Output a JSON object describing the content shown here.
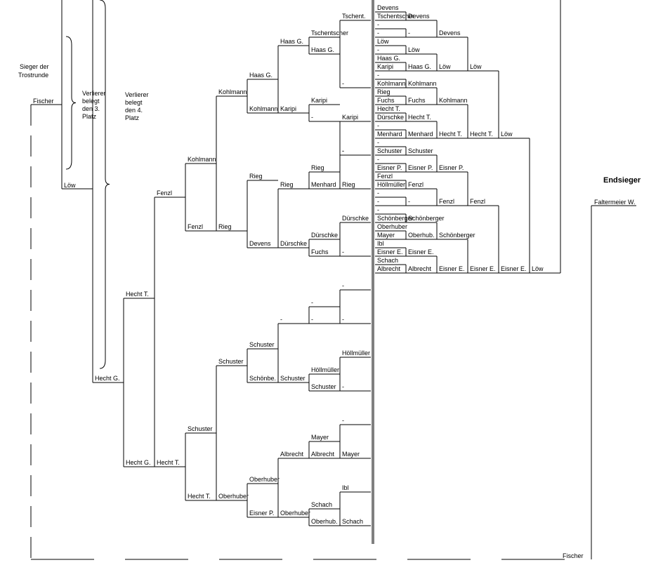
{
  "header": {
    "trost_title": [
      "Sieger der",
      "Trostrunde"
    ],
    "third_place_note": [
      "Verlierer",
      "belegt",
      "den 3.",
      "Platz"
    ],
    "fourth_place_note": [
      "Verlierer",
      "belegt",
      "den 4.",
      "Platz"
    ],
    "endsieger_title": "Endsieger",
    "endsieger_name": "Faltermeier W."
  },
  "bracket": {
    "right_r1": [
      "Devens",
      "Tschentscher",
      "-",
      "-",
      "Löw",
      "-",
      "Haas G.",
      "Karipi",
      "-",
      "Kohlmann",
      "Rieg",
      "Fuchs",
      "Hecht T.",
      "Dürschke",
      "-",
      "Menhard",
      "-",
      "Schuster",
      "-",
      "Eisner P.",
      "Fenzl",
      "Höllmüller",
      "-",
      "-",
      "-",
      "Schönberger",
      "Oberhuber",
      "Mayer",
      "Ibl",
      "Eisner E.",
      "Schach",
      "Albrecht"
    ],
    "right_r2": [
      "Devens",
      "-",
      "Löw",
      "Haas G.",
      "Kohlmann",
      "Fuchs",
      "Hecht T.",
      "Menhard",
      "Schuster",
      "Eisner P.",
      "Fenzl",
      "-",
      "Schönberger",
      "Oberhub.",
      "Eisner E.",
      "Albrecht"
    ],
    "right_r3": [
      "Devens",
      "Löw",
      "Kohlmann",
      "Hecht T.",
      "Eisner P.",
      "Fenzl",
      "Schönberger",
      "Eisner E."
    ],
    "right_r4": [
      "Löw",
      "Hecht T.",
      "Fenzl",
      "Eisner E."
    ],
    "right_r5": [
      "Löw",
      "Eisner E."
    ],
    "right_r6": [
      "Löw"
    ],
    "left_r1": [
      "Tschent.",
      "-",
      "-",
      "Karipi",
      "-",
      "Rieg",
      "Dürschke",
      "-",
      "-",
      "-",
      "Höllmüller",
      "-",
      "-",
      "Mayer",
      "Ibl",
      "Schach"
    ],
    "left_r2": [
      "Tschentscher",
      "Haas G.",
      "Karipi",
      "-",
      "Rieg",
      "Menhard",
      "Dürschke",
      "Fuchs",
      "-",
      "-",
      "Höllmüller",
      "Schuster",
      "Mayer",
      "Albrecht",
      "Schach",
      "Oberhub."
    ],
    "left_r3": [
      "Haas G.",
      "Karipi",
      "Rieg",
      "Dürschke",
      "-",
      "Schuster",
      "Albrecht",
      "Oberhuber"
    ],
    "left_r4": [
      "Haas G.",
      "Kohlmann",
      "Rieg",
      "Devens",
      "Schuster",
      "Schönbe.",
      "Oberhuber",
      "Eisner P."
    ],
    "left_r5": [
      "Kohlmann",
      "Rieg",
      "Schuster",
      "Oberhuber"
    ],
    "left_r6": [
      "Kohlmann",
      "Fenzl",
      "Schuster",
      "Hecht T."
    ],
    "left_r7": [
      "Fenzl",
      "Hecht T."
    ],
    "left_r8": [
      "Hecht T.",
      "Hecht G."
    ],
    "left_r9": [
      "Hecht G."
    ],
    "top_left": {
      "fischer": "Fischer",
      "loew": "Löw",
      "bottom_fischer": "Fischer"
    }
  }
}
